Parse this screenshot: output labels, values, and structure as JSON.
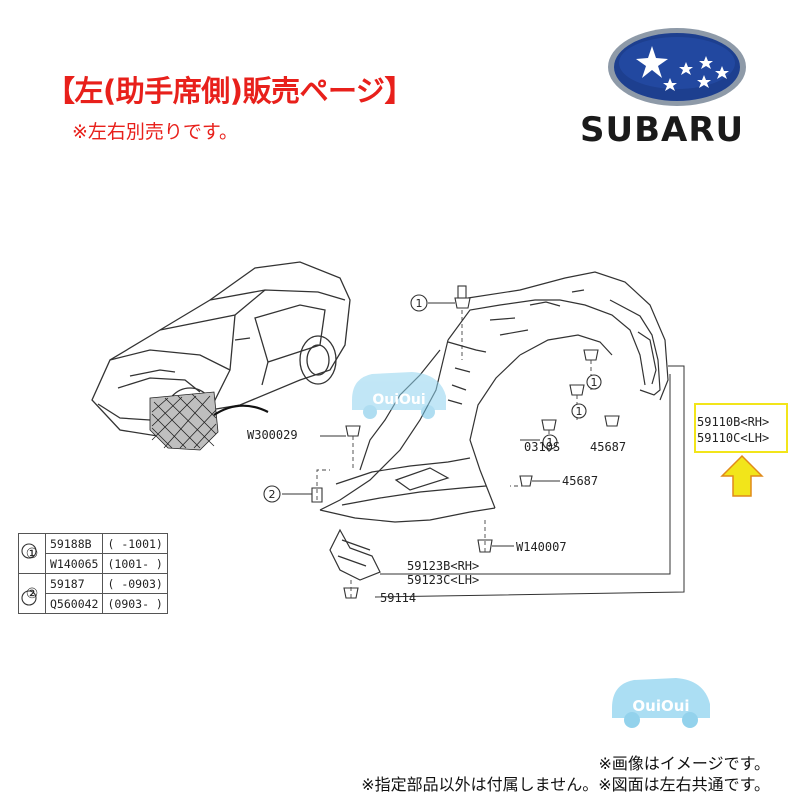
{
  "header": {
    "title": "【左(助手席側)販売ページ】",
    "subtitle": "※左右別売りです。"
  },
  "brand": {
    "wordmark": "SUBARU",
    "logo_colors": {
      "outer": "#8e9aa8",
      "oval": "#1d3f8f",
      "stars": "#ffffff"
    }
  },
  "diagram": {
    "labels": {
      "w300029": "W300029",
      "p59110b": "59110B<RH>",
      "p59110c": "59110C<LH>",
      "p0310s": "0310S",
      "p45687a": "45687",
      "p45687b": "45687",
      "w140007": "W140007",
      "p59123b": "59123B<RH>",
      "p59123c": "59123C<LH>",
      "p59114": "59114"
    },
    "callouts": {
      "one": "1",
      "two": "2"
    },
    "highlight_color": "#f2e51a",
    "arrow_color": "#f2e51a",
    "watermark_text": "OuiOui"
  },
  "reference_table": {
    "rows": [
      {
        "group": "①",
        "part": "59188B",
        "range": "(  -1001)"
      },
      {
        "group": "",
        "part": "W140065",
        "range": "(1001-   )"
      },
      {
        "group": "②",
        "part": "59187",
        "range": "(  -0903)"
      },
      {
        "group": "",
        "part": "Q560042",
        "range": "(0903-   )"
      }
    ]
  },
  "notes": {
    "image_note": "※画像はイメージです。",
    "parts_note": "※指定部品以外は付属しません。※図面は左右共通です。"
  }
}
